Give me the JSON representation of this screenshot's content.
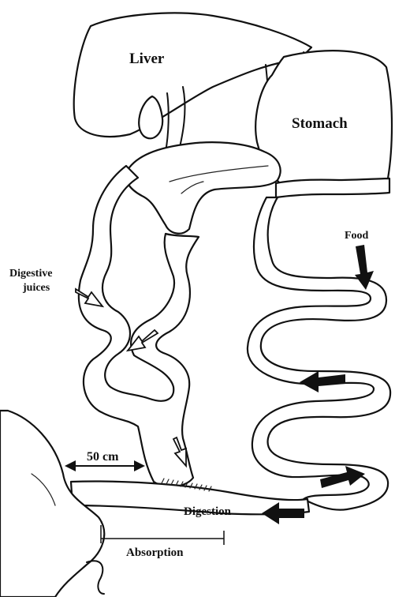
{
  "labels": {
    "liver": "Liver",
    "stomach": "Stomach",
    "food": "Food",
    "digestive_juices_line1": "Digestive",
    "digestive_juices_line2": "juices",
    "length": "50 cm",
    "digestion": "Digestion",
    "absorption": "Absorption"
  }
}
